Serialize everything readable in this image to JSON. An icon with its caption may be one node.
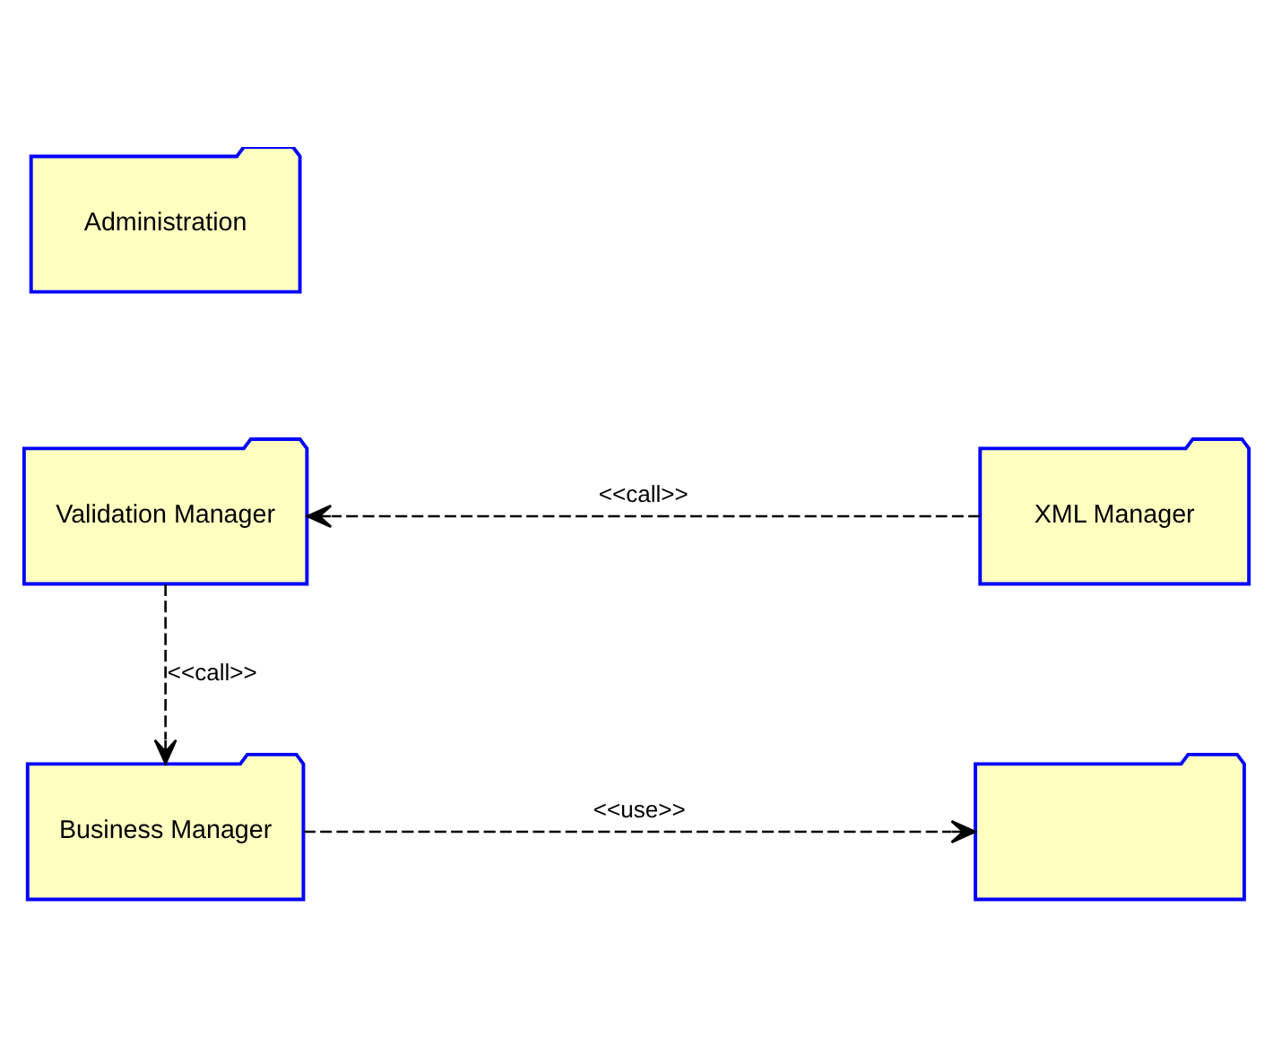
{
  "diagram": {
    "nodes": [
      {
        "text": [
          "Administration"
        ]
      },
      {
        "text": [
          "Validation Manager"
        ]
      },
      {
        "text": [
          "XML Manager"
        ]
      },
      {
        "text": [
          "Business Manager"
        ]
      },
      {
        "text": [],
        "shape": "folder"
      }
    ],
    "edges": [
      {
        "from": 2,
        "to": 1,
        "arrow": "to",
        "label": "<<call>>",
        "style": "dashed"
      },
      {
        "from": 1,
        "to": 3,
        "arrow": "to",
        "label": "<<call>>",
        "style": "dashed"
      },
      {
        "from": 3,
        "to": 4,
        "arrow": "to",
        "label": "<<use>>",
        "style": "dashed"
      }
    ]
  }
}
